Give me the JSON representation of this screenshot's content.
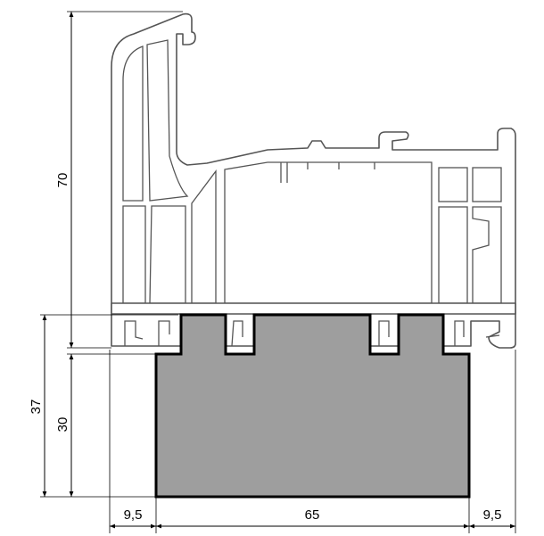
{
  "colors": {
    "block_fill": "#9e9e9e",
    "block_stroke": "#000000",
    "profile_stroke": "#555555",
    "dimension_line": "#000000"
  },
  "dimensions": {
    "height_total": "70",
    "block_height_outer": "37",
    "block_height_inner": "30",
    "width_left": "9,5",
    "width_main": "65",
    "width_right": "9,5"
  }
}
